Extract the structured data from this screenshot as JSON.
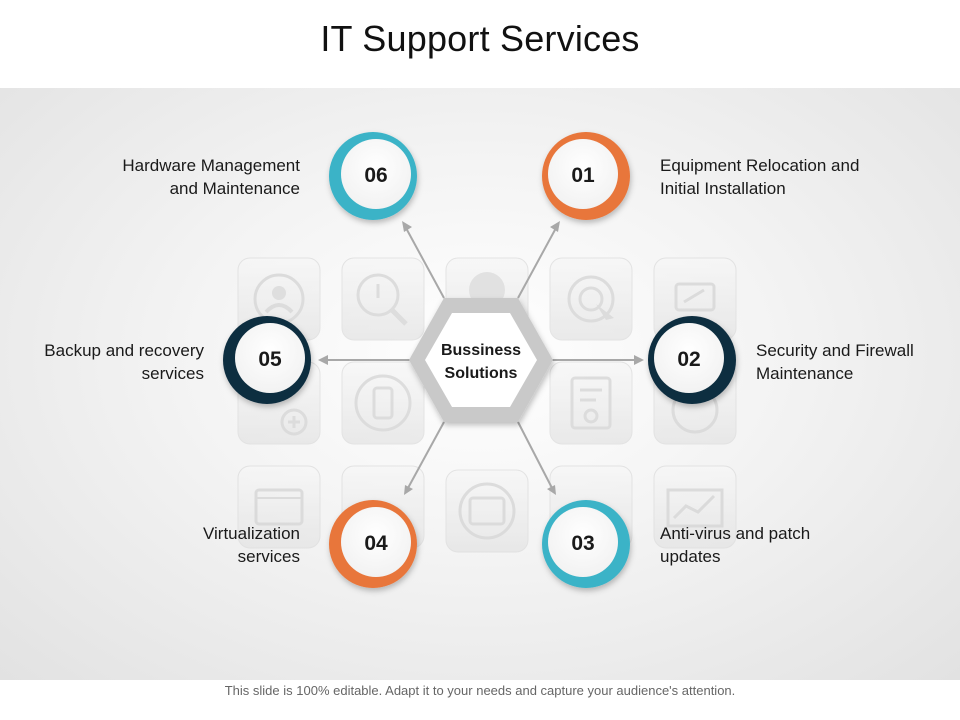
{
  "title": "IT Support Services",
  "footer": "This slide is 100% editable. Adapt it to your needs and capture your audience's attention.",
  "center": {
    "line1": "Bussiness",
    "line2": "Solutions"
  },
  "items": [
    {
      "number": "01",
      "line1": "Equipment Relocation and",
      "line2": "Initial Installation",
      "ring_color": "#e8763a"
    },
    {
      "number": "02",
      "line1": "Security and Firewall",
      "line2": "Maintenance",
      "ring_color": "#0f2d40"
    },
    {
      "number": "03",
      "line1": "Anti-virus and patch",
      "line2": "updates",
      "ring_color": "#3bb3c7"
    },
    {
      "number": "04",
      "line1": "Virtualization",
      "line2": "services",
      "ring_color": "#e8763a"
    },
    {
      "number": "05",
      "line1": "Backup and recovery",
      "line2": "services",
      "ring_color": "#0f2d40"
    },
    {
      "number": "06",
      "line1": "Hardware Management",
      "line2": "and Maintenance",
      "ring_color": "#3bb3c7"
    }
  ]
}
